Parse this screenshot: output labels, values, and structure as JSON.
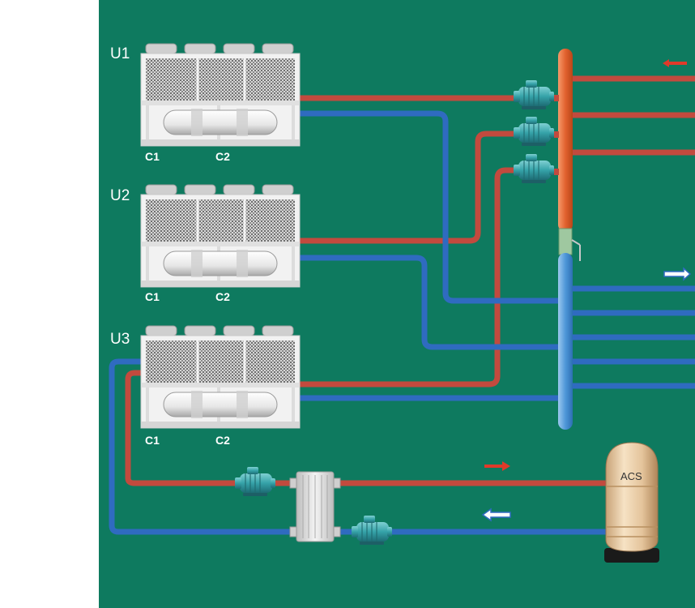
{
  "colors": {
    "background": "#0e7a5f",
    "hot_pipe": "#c9564a",
    "cold_pipe": "#3a78c8",
    "hot_collector": "#e8663a",
    "cold_collector": "#4a98d8",
    "pump": "#3aa0a8",
    "tank": "#e6c8a0"
  },
  "units": [
    {
      "label": "U1",
      "compressors": [
        "C1",
        "C2"
      ]
    },
    {
      "label": "U2",
      "compressors": [
        "C1",
        "C2"
      ]
    },
    {
      "label": "U3",
      "compressors": [
        "C1",
        "C2"
      ]
    }
  ],
  "tank": {
    "label": "ACS"
  },
  "icons": {
    "pump": "circulation-pump-icon",
    "heat_exchanger": "plate-heat-exchanger-icon",
    "arrow_hot": "arrow-left-red-icon",
    "arrow_cold": "arrow-right-blue-icon"
  }
}
